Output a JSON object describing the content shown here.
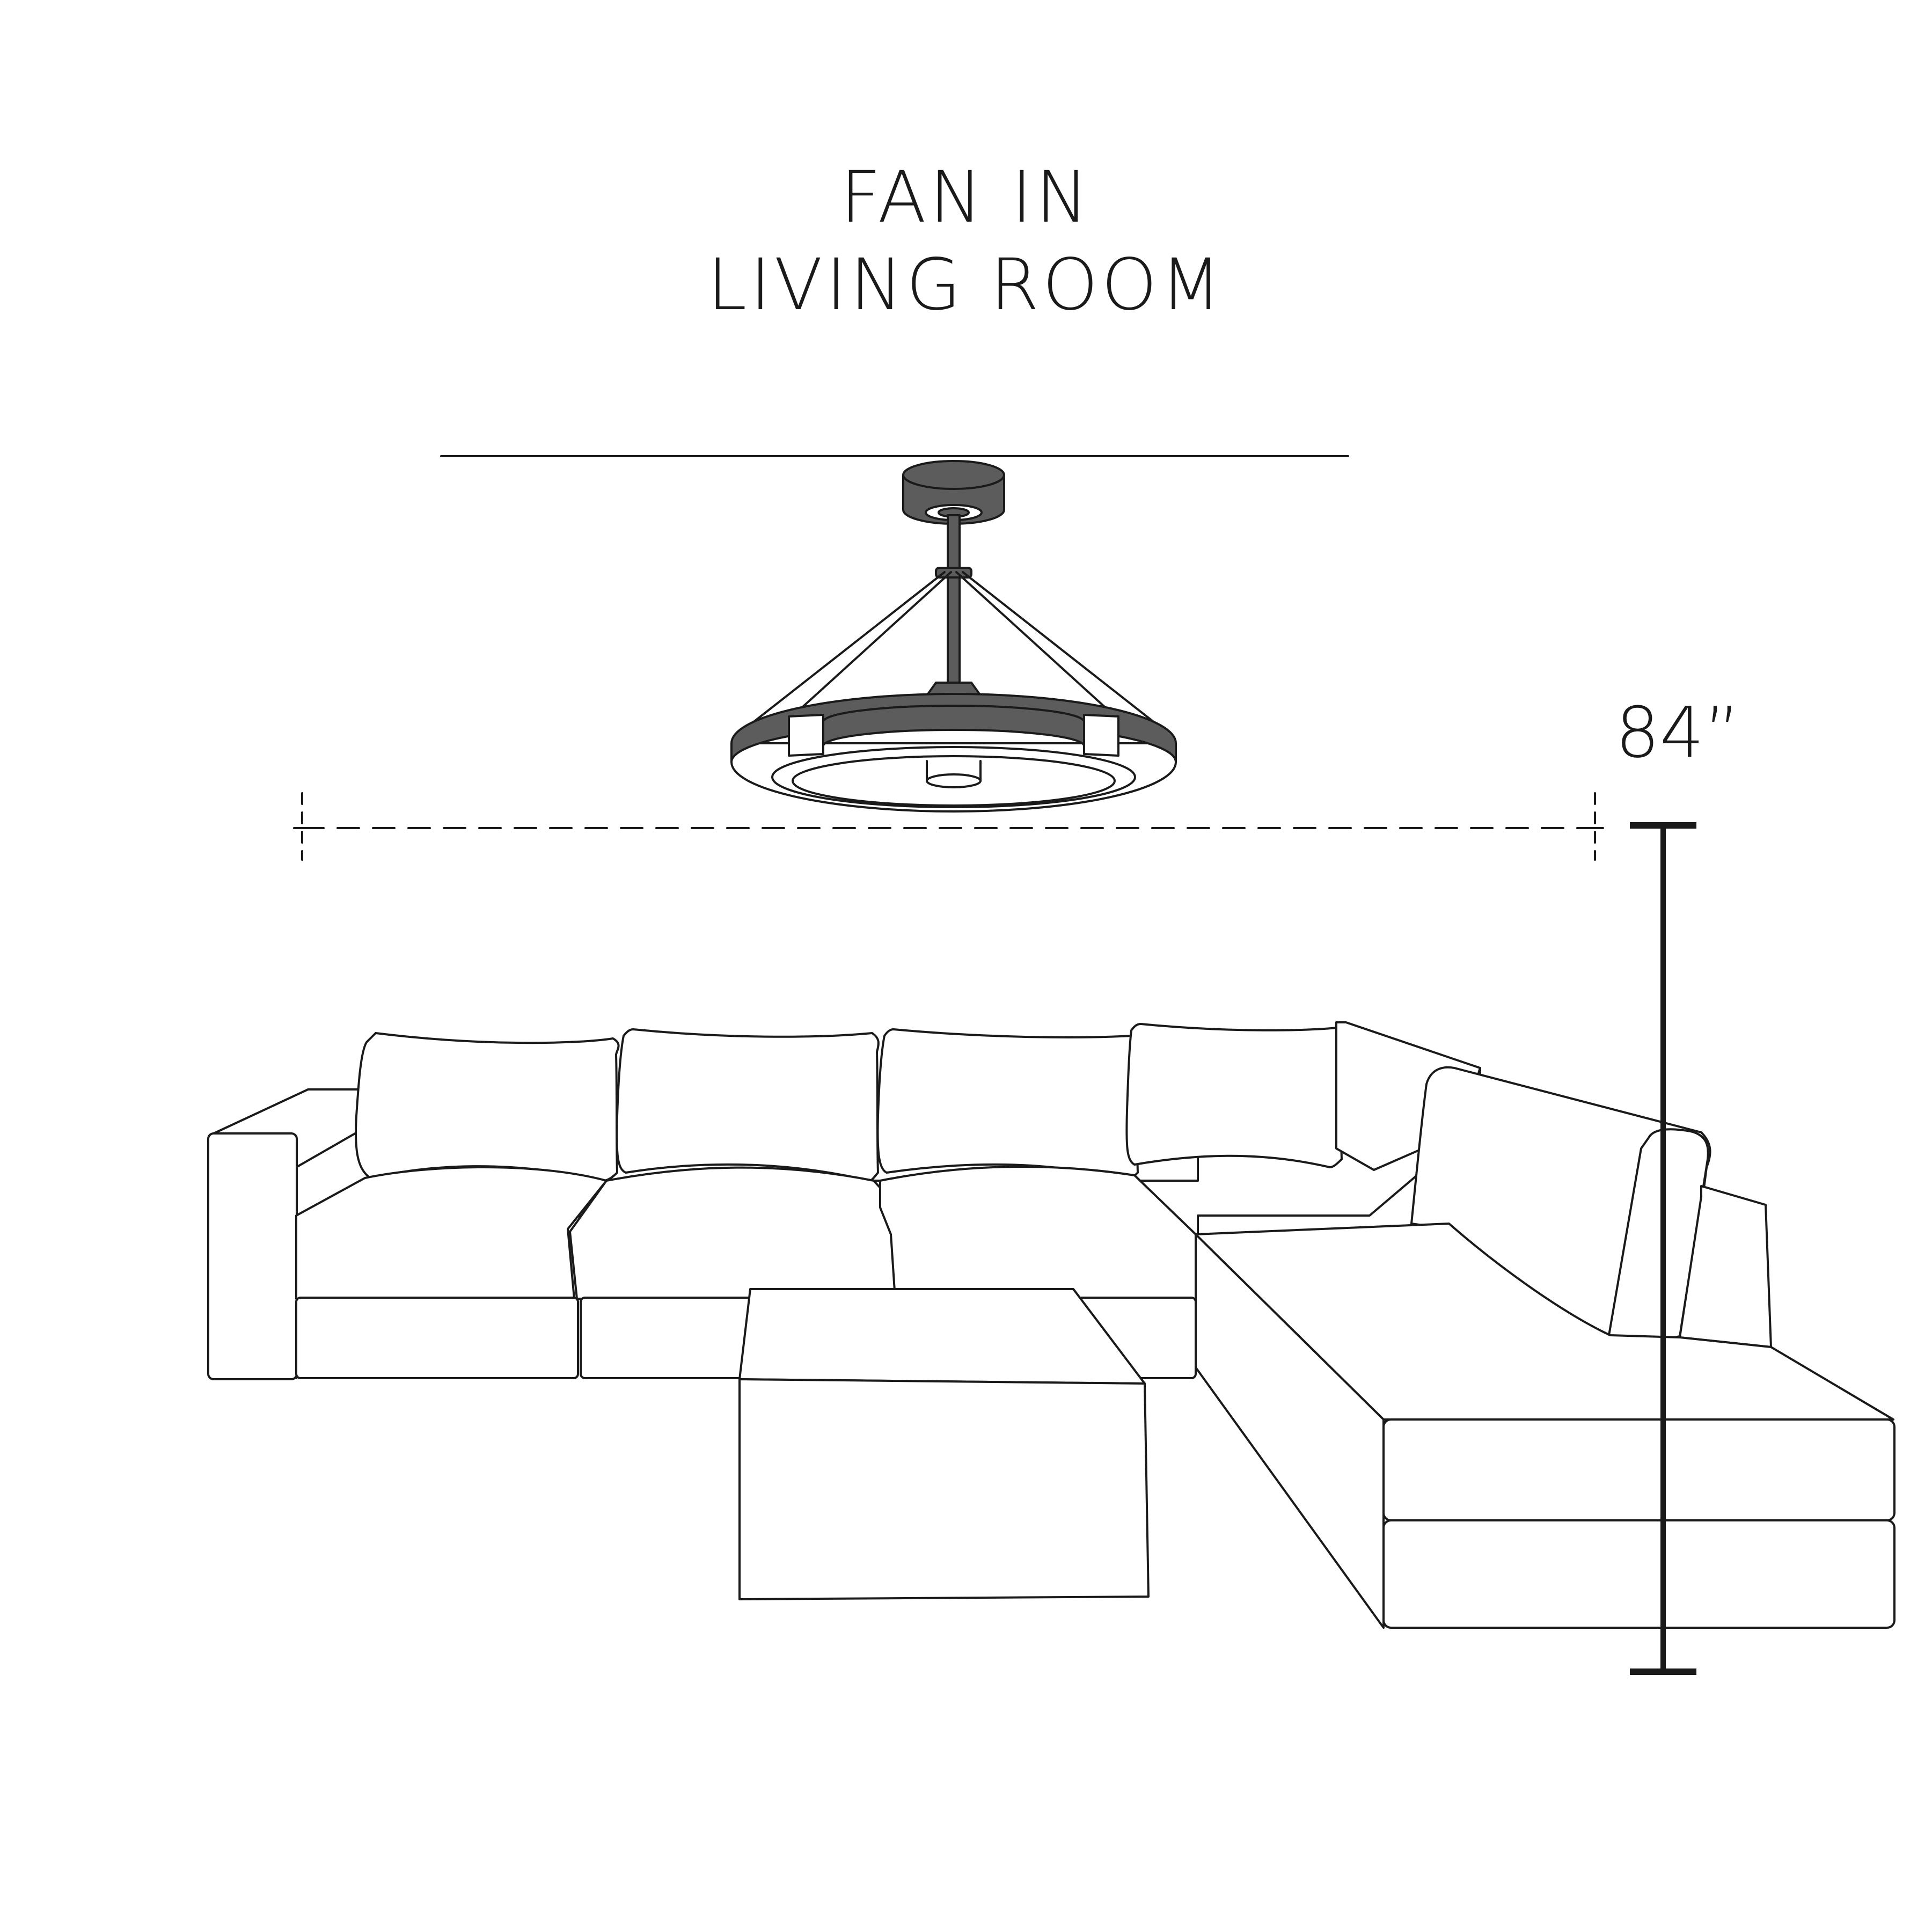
{
  "title": {
    "line1": "FAN IN",
    "line2": "LIVING ROOM"
  },
  "dimension": {
    "height_label": "84”"
  },
  "colors": {
    "line": "#1a1a1a",
    "fan_body": "#5c5c5c",
    "background": "#ffffff"
  },
  "icons": {
    "fixture": "ceiling-fan-icon",
    "furniture": "sectional-sofa-icon",
    "table": "coffee-table-icon"
  }
}
